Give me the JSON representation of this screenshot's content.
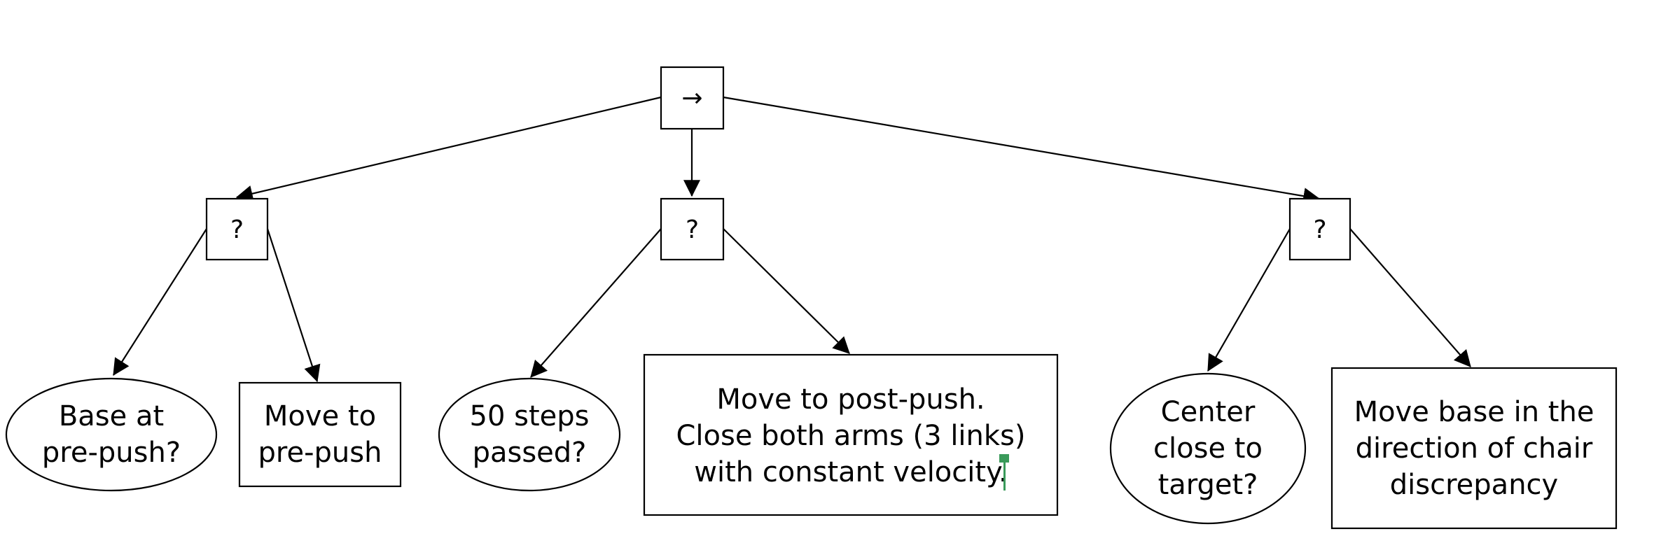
{
  "diagram": {
    "root": {
      "symbol": "→"
    },
    "selectors": [
      {
        "symbol": "?",
        "children": [
          {
            "kind": "condition",
            "lines": [
              "Base at",
              "pre-push?"
            ]
          },
          {
            "kind": "action",
            "lines": [
              "Move to",
              "pre-push"
            ]
          }
        ]
      },
      {
        "symbol": "?",
        "children": [
          {
            "kind": "condition",
            "lines": [
              "50 steps",
              "passed?"
            ]
          },
          {
            "kind": "action",
            "lines": [
              "Move to post-push.",
              "Close both arms (3 links)",
              "with constant velocity."
            ]
          }
        ]
      },
      {
        "symbol": "?",
        "children": [
          {
            "kind": "condition",
            "lines": [
              "Center",
              "close to",
              "target?"
            ]
          },
          {
            "kind": "action",
            "lines": [
              "Move base in the",
              "direction of chair",
              "discrepancy"
            ]
          }
        ]
      }
    ]
  }
}
